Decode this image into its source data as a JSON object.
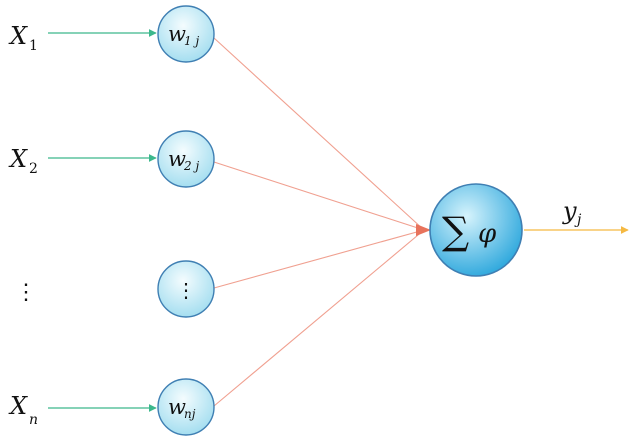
{
  "inputs": [
    {
      "base": "X",
      "sub": "1"
    },
    {
      "base": "X",
      "sub": "2"
    },
    {
      "base": "⋮",
      "sub": ""
    },
    {
      "base": "X",
      "sub": "n"
    }
  ],
  "weights": [
    {
      "base": "w",
      "sub": "1 j"
    },
    {
      "base": "w",
      "sub": "2 j"
    },
    {
      "base": "⋮",
      "sub": ""
    },
    {
      "base": "w",
      "sub": "nj"
    }
  ],
  "sum_node": {
    "sigma": "∑",
    "phi": "φ"
  },
  "output": {
    "base": "y",
    "sub": "j"
  },
  "colors": {
    "input_arrow": "#3cb88c",
    "weight_line": "#f0a090",
    "arrow_head": "#e8735c",
    "output_arrow": "#f5b942",
    "node_fill_top": "#e9f8fc",
    "node_fill_bottom": "#9fdcef",
    "node_stroke": "#3f7fb3",
    "sum_fill_center": "#cdeefa",
    "sum_fill_edge": "#2aa6dc"
  }
}
